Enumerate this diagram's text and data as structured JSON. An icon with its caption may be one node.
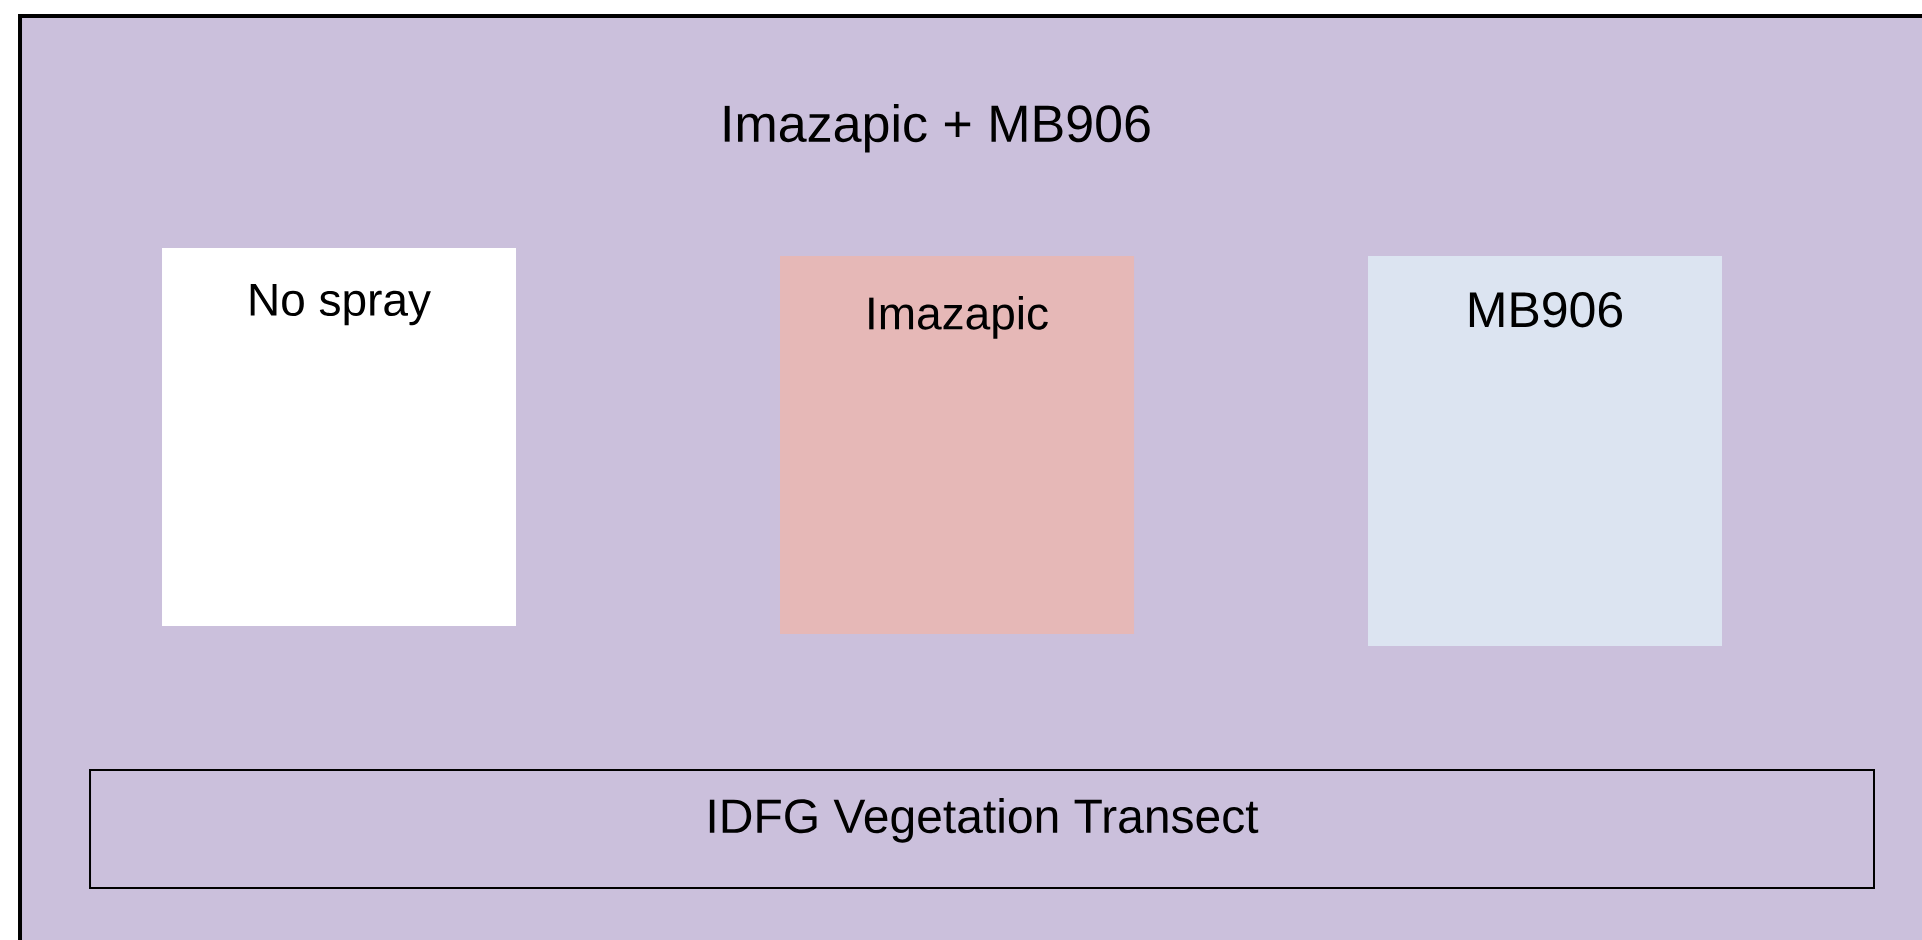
{
  "diagram": {
    "nodes": [
      {
        "text": [
          "Imazapic + MB906"
        ]
      },
      {
        "text": [
          "No spray"
        ],
        "in": 0
      },
      {
        "text": [
          "Imazapic"
        ],
        "in": 0
      },
      {
        "text": [
          "MB906"
        ],
        "in": 0
      },
      {
        "text": [
          "IDFG Vegetation Transect"
        ],
        "in": 0
      }
    ]
  }
}
